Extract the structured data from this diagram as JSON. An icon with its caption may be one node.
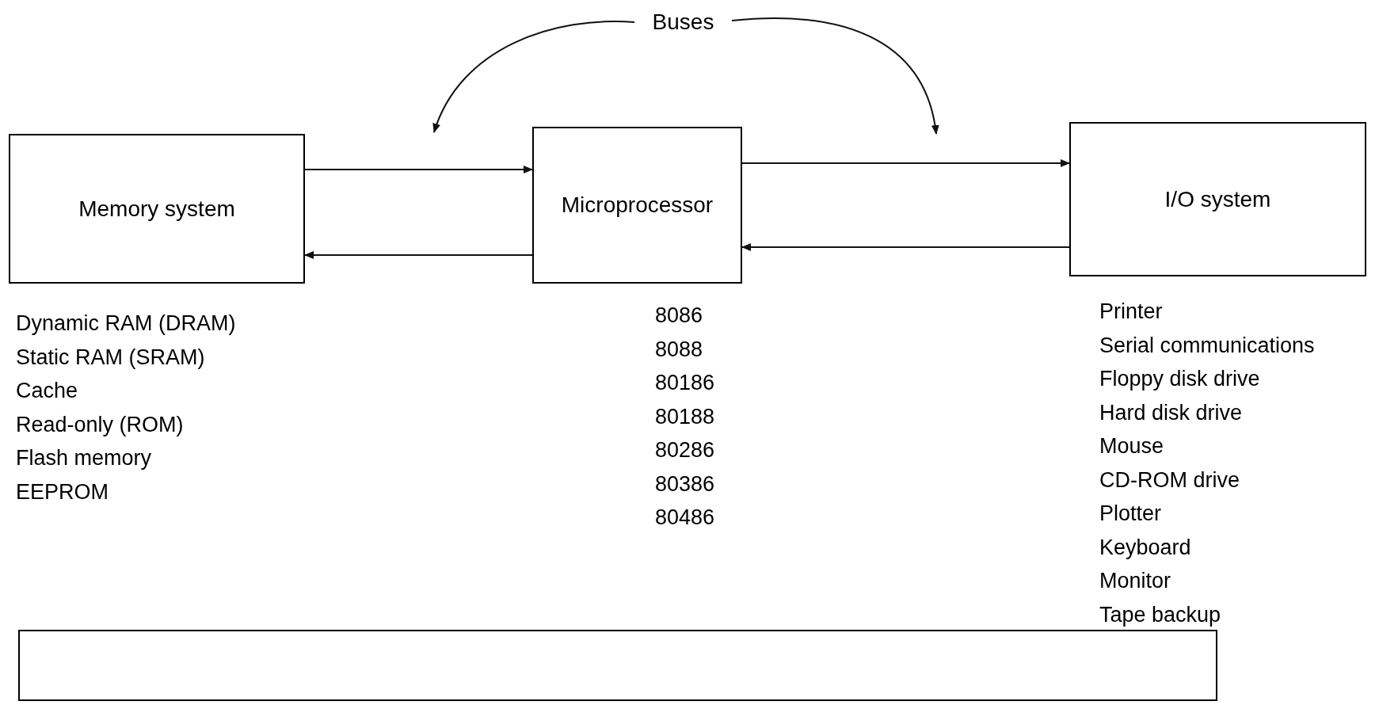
{
  "diagram": {
    "nodes": [
      {
        "text": [
          "Memory system"
        ]
      },
      {
        "text": [
          "Microprocessor"
        ]
      },
      {
        "text": [
          "I/O system"
        ]
      },
      {
        "text": [
          "Buses"
        ]
      },
      {
        "text": [],
        "shape": "box"
      }
    ],
    "edges": [
      {
        "from": 0,
        "to": 1,
        "arrow": "to"
      },
      {
        "from": 1,
        "to": 0,
        "arrow": "to"
      },
      {
        "from": 1,
        "to": 2,
        "arrow": "to"
      },
      {
        "from": 2,
        "to": 1,
        "arrow": "to"
      },
      {
        "from": 3,
        "to": null,
        "arrow": "to"
      },
      {
        "from": 3,
        "to": null,
        "arrow": "to"
      }
    ],
    "labels": [
      "Dynamic RAM (DRAM)",
      "Static RAM (SRAM)",
      "Cache",
      "Read-only (ROM)",
      "Flash memory",
      "EEPROM",
      "8086",
      "8088",
      "80186",
      "80188",
      "80286",
      "80386",
      "80486",
      "Printer",
      "Serial communications",
      "Floppy disk drive",
      "Hard disk drive",
      "Mouse",
      "CD-ROM drive",
      "Plotter",
      "Keyboard",
      "Monitor",
      "Tape backup"
    ]
  }
}
